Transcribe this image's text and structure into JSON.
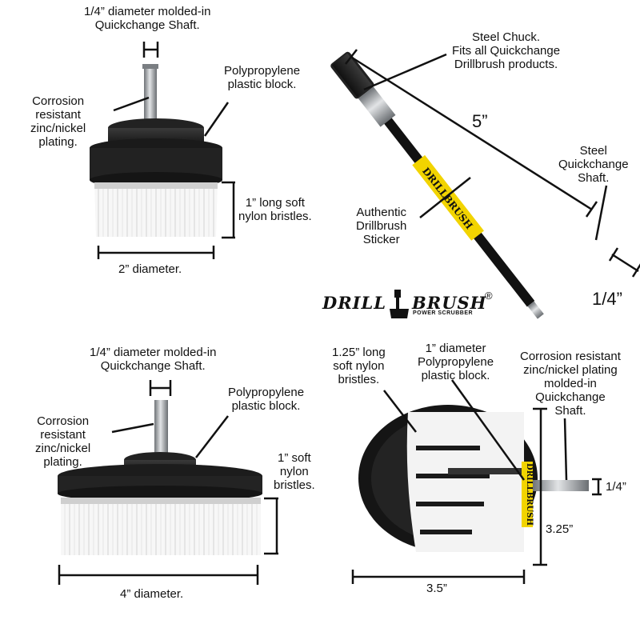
{
  "brush_2in": {
    "shaft_label": "1/4” diameter molded-in\nQuickchange Shaft.",
    "block_label": "Polypropylene\nplastic block.",
    "plating_label": "Corrosion\nresistant\nzinc/nickel\nplating.",
    "bristles_label": "1” long soft\nnylon bristles.",
    "diameter_label": "2” diameter."
  },
  "extension": {
    "chuck_label": "Steel Chuck.\nFits all Quickchange\nDrillbrush products.",
    "length_label": "5”",
    "shaft_label": "Steel\nQuickchange\nShaft.",
    "sticker_label": "Authentic\nDrillbrush\nSticker",
    "sticker_text": "DRILLBRUSH",
    "tip_label": "1/4”"
  },
  "logo": {
    "word_left": "DRILL",
    "word_right": "BRUSH",
    "tagline": "POWER SCRUBBER",
    "registered": "®"
  },
  "brush_4in": {
    "shaft_label": "1/4” diameter molded-in\nQuickchange Shaft.",
    "block_label": "Polypropylene\nplastic block.",
    "plating_label": "Corrosion\nresistant\nzinc/nickel\nplating.",
    "bristles_label": "1” soft\nnylon\nbristles.",
    "diameter_label": "4” diameter."
  },
  "brush_cone": {
    "bristles_label": "1.25” long\nsoft nylon\nbristles.",
    "block_label": "1” diameter\nPolypropylene\nplastic block.",
    "plating_label": "Corrosion resistant\nzinc/nickel plating\nmolded-in\nQuickchange\nShaft.",
    "shaft_label": "1/4”",
    "height_label": "3.25”",
    "width_label": "3.5”",
    "sticker_text": "DRILLBRUSH"
  },
  "colors": {
    "brush_body": "#1c1c1c",
    "bristle_white": "#f4f4f4",
    "sticker_yellow": "#f2d400",
    "steel": "#9a9ea3"
  }
}
